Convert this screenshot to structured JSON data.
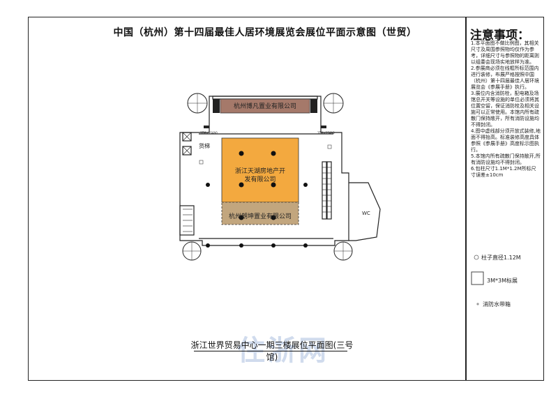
{
  "title": "中国（杭州）第十四届最佳人居环境展览会展位平面示意图（世贸）",
  "notes": {
    "heading": "注意事项：",
    "body": "1.本平面图不做比例图，其相关尺寸及周围参照物均仅作为参考，详细尺寸与参照物的距离则以组委会现场实地放样为准。\n2.参展商必须在线框所标范围内进行装修，布展严格按照中国（杭州）第十四届最佳人居环境展览会《参展手册》执行。\n3.展位内含消防栓，配电箱及场馆总开关等设施的单位必须将其位置空留，保证消防栓及相关设施可以正常使用。本馆内所有疏散门保持敞开，所有消防设施均不得封闭。\n4.图中虚线部分须开放式装修,地面不得抬高。标准装修高度具体参照《参展手册》高度标示图执行。\n5.本馆内所有疏散门保持敞开,所有消防设施均不得封闭。\n6.包柱尺寸1.1M*1.2M所标尺寸误差±10cm"
  },
  "legend": {
    "column": "柱子直径1.12M",
    "standard_booth": "3M*3M标展",
    "fire_hose": "消防水带箱"
  },
  "booths": {
    "top": "杭州博凡置业有限公司",
    "center": "浙江天湖房地产开发有限公司",
    "bottom": "杭州朗坤置业有限公司"
  },
  "plan_labels": {
    "elevator": "货梯",
    "wc": "WC",
    "door_left": "1TM×1S4A0",
    "door_right": "1TM×1S4A0"
  },
  "colors": {
    "top_booth": "#a5796a",
    "center_booth": "#f3a93f",
    "bottom_booth": "#c2a67e",
    "watermark": "#b7c9e4"
  },
  "floor_caption": "浙江世界贸易中心一期三楼展位平面图(三号馆)",
  "watermark": "住浙网"
}
